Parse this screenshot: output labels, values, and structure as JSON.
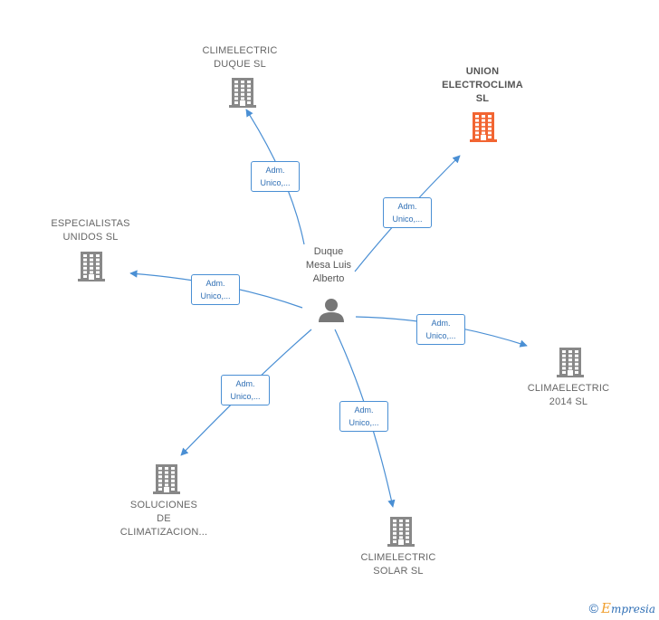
{
  "center": {
    "name": "Duque\nMesa Luis\nAlberto"
  },
  "edge_label": "Adm.\nUnico,...",
  "companies": [
    {
      "id": "duque",
      "name": "CLIMELECTRIC\nDUQUE SL",
      "highlight": false
    },
    {
      "id": "union",
      "name": "UNION\nELECTROCLIMA\nSL",
      "highlight": true
    },
    {
      "id": "especialistas",
      "name": "ESPECIALISTAS\nUNIDOS  SL",
      "highlight": false
    },
    {
      "id": "c2014",
      "name": "CLIMAELECTRIC\n2014  SL",
      "highlight": false
    },
    {
      "id": "soluciones",
      "name": "SOLUCIONES\nDE\nCLIMATIZACION...",
      "highlight": false
    },
    {
      "id": "solar",
      "name": "CLIMELECTRIC\nSOLAR  SL",
      "highlight": false
    }
  ],
  "colors": {
    "edge": "#4a8fd4",
    "building": "#888888",
    "highlight": "#f26532",
    "person": "#777777"
  },
  "footer": {
    "copyright": "©",
    "brand_initial": "E",
    "brand_rest": "mpresia"
  }
}
